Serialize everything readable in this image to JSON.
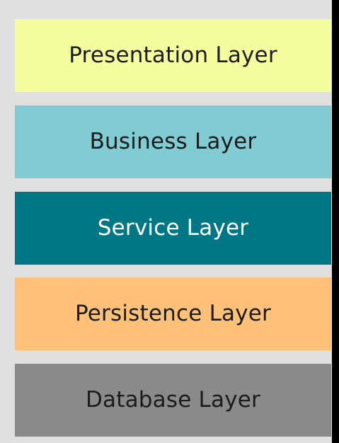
{
  "layers": [
    {
      "label": "Presentation Layer",
      "bg": "#f4fe9f",
      "fg": "#1c1c1c"
    },
    {
      "label": "Business Layer",
      "bg": "#81cbd2",
      "fg": "#1c1c1c"
    },
    {
      "label": "Service Layer",
      "bg": "#007784",
      "fg": "#ffffff"
    },
    {
      "label": "Persistence Layer",
      "bg": "#ffc078",
      "fg": "#1c1c1c"
    },
    {
      "label": "Database Layer",
      "bg": "#8a8a8a",
      "fg": "#1c1c1c"
    }
  ]
}
